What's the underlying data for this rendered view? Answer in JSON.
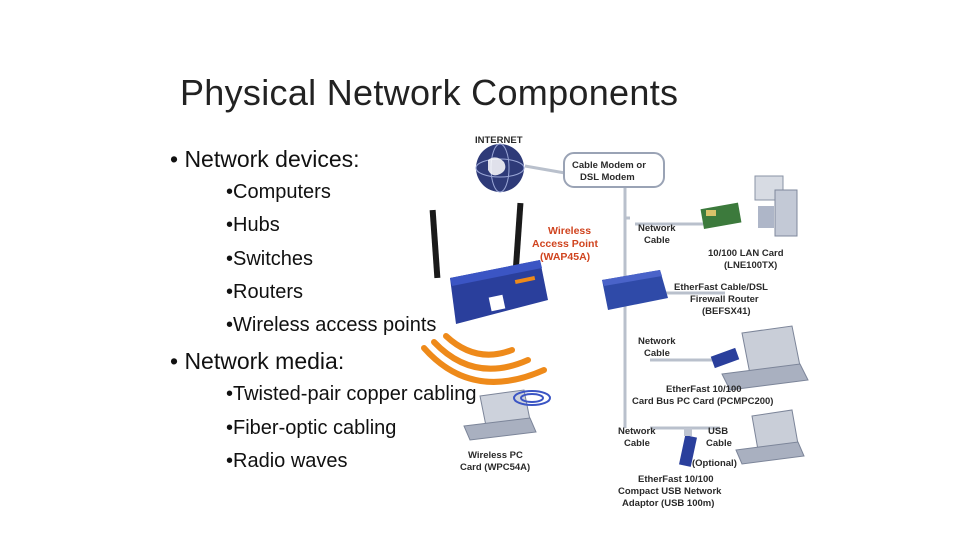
{
  "slide": {
    "title": "Physical Network Components",
    "sections": [
      {
        "heading": "• Network devices:",
        "items": [
          "•Computers",
          "•Hubs",
          "•Switches",
          "•Routers",
          "•Wireless access points"
        ]
      },
      {
        "heading": "• Network media:",
        "items": [
          "•Twisted-pair copper cabling",
          "•Fiber-optic cabling",
          "•Radio waves"
        ]
      }
    ]
  },
  "diagram": {
    "internet": "INTERNET",
    "cable_modem": [
      "Cable Modem or",
      "DSL Modem"
    ],
    "wireless_ap": [
      "Wireless",
      "Access Point",
      "(WAP45A)"
    ],
    "network_cable_1": [
      "Network",
      "Cable"
    ],
    "lan_card": [
      "10/100 LAN Card",
      "(LNE100TX)"
    ],
    "router": [
      "EtherFast Cable/DSL",
      "Firewall Router",
      "(BEFSX41)"
    ],
    "network_cable_2": [
      "Network",
      "Cable"
    ],
    "pc_card": [
      "EtherFast 10/100",
      "Card Bus PC Card (PCMPC200)"
    ],
    "wireless_pc_card": [
      "Wireless PC",
      "Card (WPC54A)"
    ],
    "network_cable_3": [
      "Network",
      "Cable"
    ],
    "usb_cable": [
      "USB",
      "Cable"
    ],
    "optional": "(Optional)",
    "usb_adaptor": [
      "EtherFast 10/100",
      "Compact USB Network",
      "Adaptor (USB 100m)"
    ]
  },
  "colors": {
    "accent_red": "#d0441f",
    "wave_orange": "#ee8a1a",
    "device_blue": "#2a3f9c",
    "globe_navy": "#2e3a78"
  }
}
